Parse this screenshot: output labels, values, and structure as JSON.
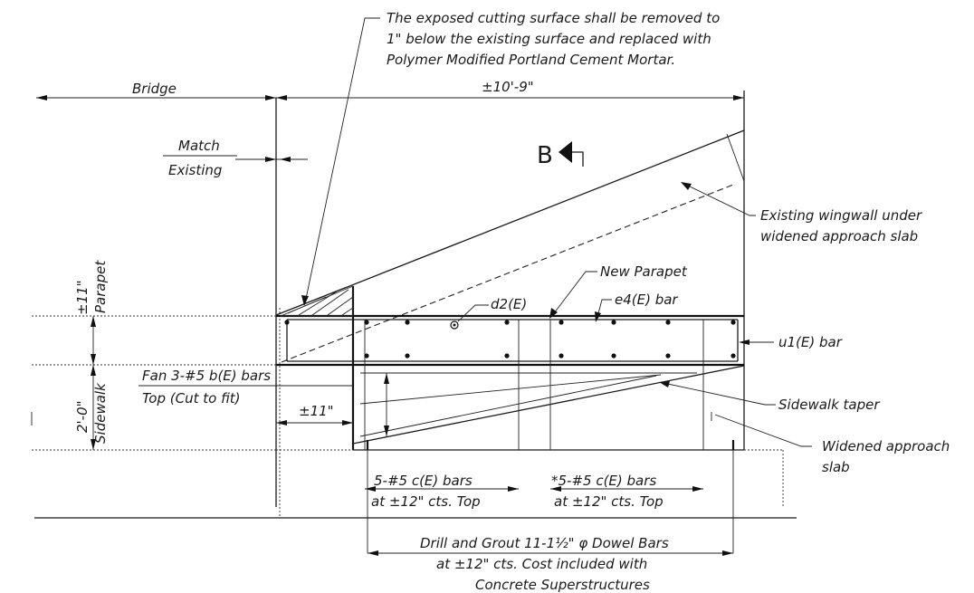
{
  "notes": {
    "cutting_surface": [
      "The exposed cutting surface shall be removed to",
      "1\" below the existing surface and replaced with",
      "Polymer Modified Portland Cement Mortar."
    ],
    "existing_wingwall": [
      "Existing wingwall under",
      "widened approach slab"
    ],
    "new_parapet": "New Parapet",
    "e4_bar": "e4(E) bar",
    "d2": "d2(E)",
    "u1_bar": "u1(E) bar",
    "fan_bars": [
      "Fan 3-#5 b(E) bars",
      "Top (Cut to fit)"
    ],
    "sidewalk_taper": "Sidewalk taper",
    "widened_slab": [
      "Widened approach",
      "slab"
    ],
    "c_bars_left": [
      "5-#5 c(E) bars",
      "at ±12\" cts. Top"
    ],
    "c_bars_right": [
      "*5-#5 c(E) bars",
      "at ±12\" cts. Top"
    ],
    "dowel_bars": [
      "Drill and Grout 11-1½\" φ Dowel Bars",
      "at ±12\" cts. Cost included with",
      "Concrete Superstructures"
    ]
  },
  "dims": {
    "bridge": "Bridge",
    "overall": "±10'-9\"",
    "match_existing": [
      "Match",
      "Existing"
    ],
    "parapet_height": "±11\"",
    "parapet_label": "Parapet",
    "sidewalk_height": "2'-0\"",
    "sidewalk_label": "Sidewalk",
    "offset_11": "±11\""
  },
  "section_marker": "B"
}
